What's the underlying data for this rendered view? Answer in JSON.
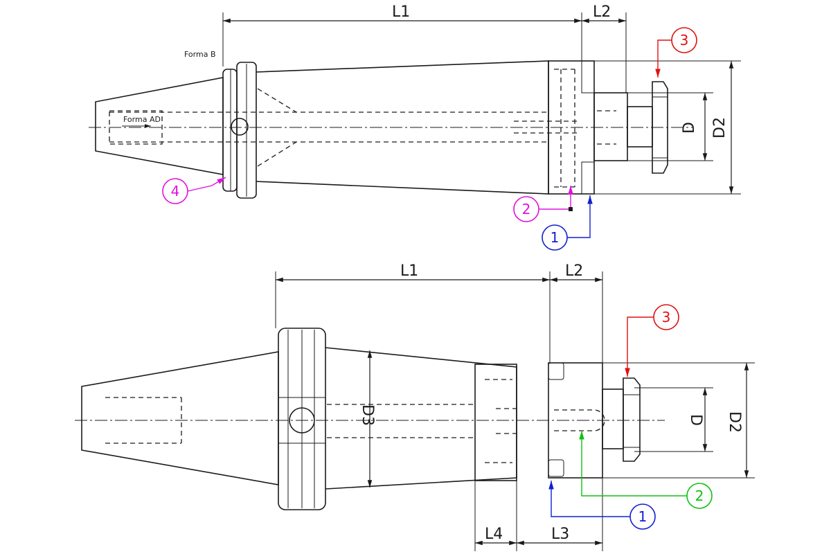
{
  "colors": {
    "line": "#1a1a1a",
    "callout_red": "#e01010",
    "callout_blue": "#1020d0",
    "callout_magenta": "#e010e0",
    "callout_green": "#10c010"
  },
  "top_view": {
    "form_b_label": "Forma B",
    "form_ad_label": "Forma AD",
    "dims": {
      "l1": "L1",
      "l2": "L2",
      "d": "D",
      "d2": "D2"
    },
    "callouts": [
      "3",
      "4",
      "2",
      "1"
    ]
  },
  "bottom_view": {
    "dims": {
      "l1": "L1",
      "l2": "L2",
      "l3": "L3",
      "l4": "L4",
      "d": "D",
      "d2": "D2",
      "d3": "D3"
    },
    "callouts": [
      "3",
      "2",
      "1"
    ]
  }
}
